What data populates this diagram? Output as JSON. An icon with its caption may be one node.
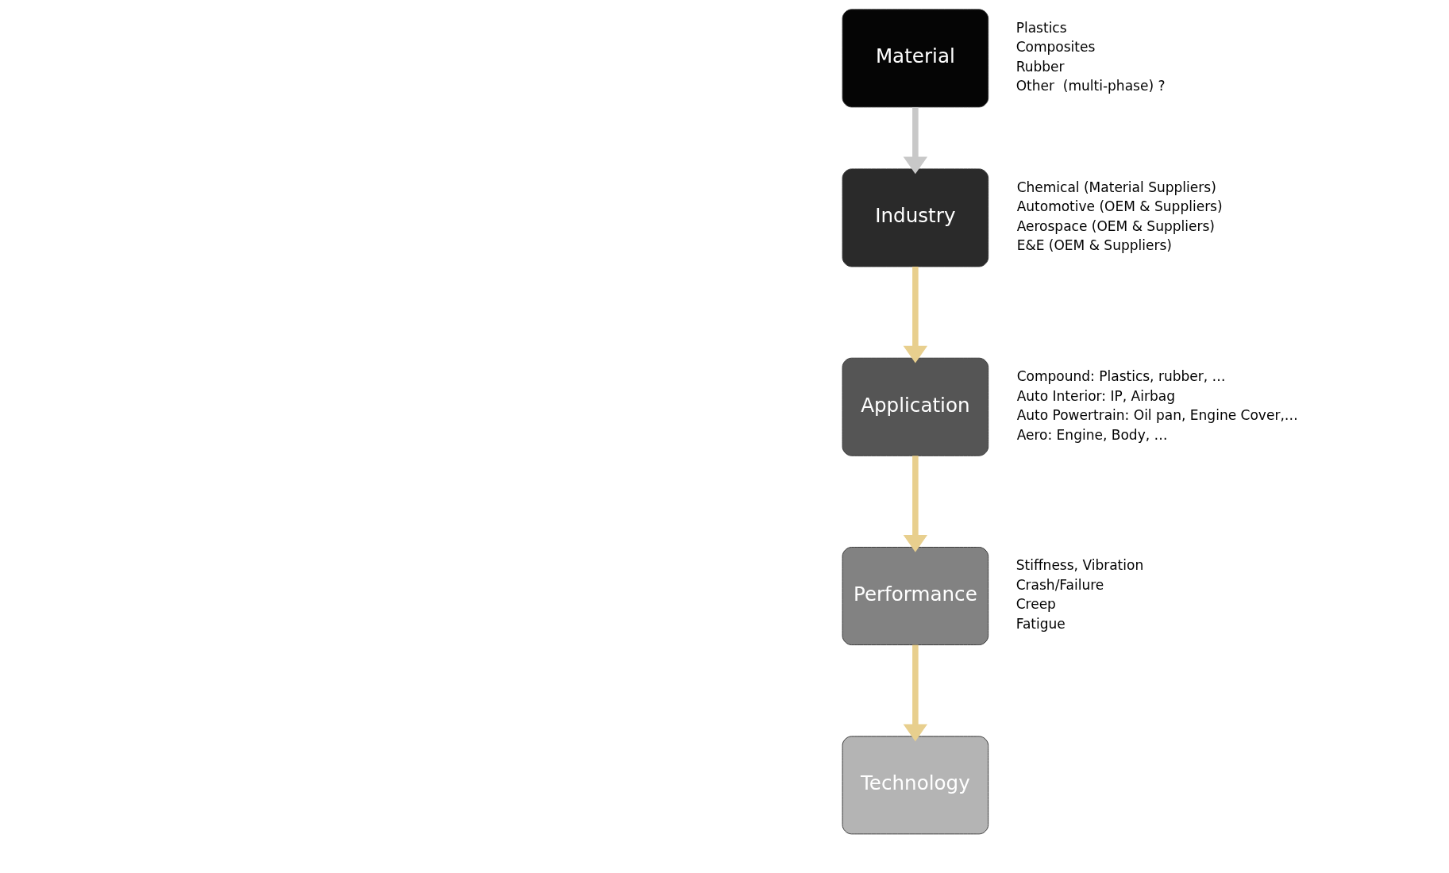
{
  "diagram": {
    "nodes": [
      {
        "text": [
          "Material"
        ],
        "beside": [
          "Plastics",
          "Composites",
          "Rubber",
          "Other  (multi-phase) ?"
        ]
      },
      {
        "text": [
          "Industry"
        ],
        "beside": [
          "Chemical (Material Suppliers)",
          "Automotive (OEM & Suppliers)",
          "Aerospace (OEM & Suppliers)",
          "E&E (OEM & Suppliers)"
        ]
      },
      {
        "text": [
          "Application"
        ],
        "beside": [
          "Compound: Plastics, rubber, …",
          "Auto Interior: IP, Airbag",
          "Auto Powertrain: Oil pan, Engine Cover,…",
          "Aero: Engine, Body, …"
        ]
      },
      {
        "text": [
          "Performance"
        ],
        "beside": [
          "Stiffness, Vibration",
          "Crash/Failure",
          "Creep",
          "Fatigue"
        ]
      },
      {
        "text": [
          "Technology"
        ]
      }
    ],
    "edges": [
      {
        "from": 0,
        "to": 1,
        "arrow": "to",
        "color": "#c8c8c8"
      },
      {
        "from": 1,
        "to": 2,
        "arrow": "to"
      },
      {
        "from": 2,
        "to": 3,
        "arrow": "to"
      },
      {
        "from": 3,
        "to": 4,
        "arrow": "to"
      }
    ]
  }
}
